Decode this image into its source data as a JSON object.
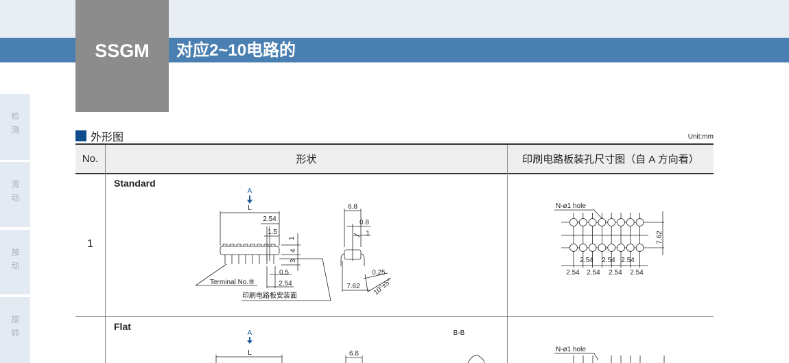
{
  "header": {
    "model": "SSGM",
    "subtitle": "对应2~10电路的"
  },
  "side_tabs": [
    {
      "label": "检测"
    },
    {
      "label": "滑动"
    },
    {
      "label": "按动"
    },
    {
      "label": "旋转"
    }
  ],
  "section": {
    "title": "外形图",
    "unit": "Unit:mm"
  },
  "table": {
    "headers": {
      "no": "No.",
      "shape": "形状",
      "pcb": "印刷电路板装孔尺寸图（自 A 方向看）"
    },
    "rows": [
      {
        "no": "1",
        "label": "Standard",
        "drawing": {
          "view_a": "A",
          "length": "L",
          "pitch": "2.54",
          "pin_width_top": "1.5",
          "dim_1": "1",
          "dim_4": "4",
          "dim_3": "3",
          "pin_thickness": "0.5",
          "pitch_bottom": "2.54",
          "terminal": "Terminal No.⑨",
          "pcb_surface": "印刷电路板安装面",
          "side_width": "6.8",
          "side_08": "0.8",
          "side_1": "1",
          "row_pitch": "7.62",
          "lead_thk": "0.25",
          "angle": "10°±5°"
        },
        "pcb": {
          "hole": "N-ø1 hole",
          "row_pitch": "7.62",
          "pitch_upper": [
            "2.54",
            "2.54",
            "2.54"
          ],
          "pitch_lower": [
            "2.54",
            "2.54",
            "2.54",
            "2.54"
          ]
        }
      },
      {
        "no": "",
        "label": "Flat",
        "drawing": {
          "view_a": "A",
          "length": "L",
          "side_width": "6.8",
          "section": "B-B"
        },
        "pcb": {
          "hole": "N-ø1 hole"
        }
      }
    ]
  },
  "colors": {
    "accent": "#4a7fb1",
    "model_box": "#8c8c8c",
    "section_marker": "#0f4c8e",
    "arrow": "#1a5a9a"
  }
}
